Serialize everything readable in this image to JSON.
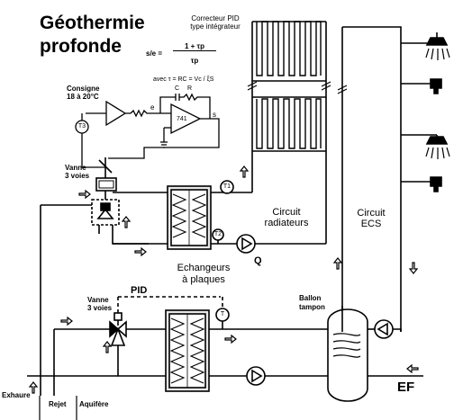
{
  "title_line1": "Géothermie",
  "title_line2": "profonde",
  "pid_title_line1": "Correcteur PID",
  "pid_title_line2": "type intégrateur",
  "formula_lhs": "s/e =",
  "formula_num": "1 + τp",
  "formula_den": "τp",
  "formula_tau": "avec τ = RC = Vc / ξS",
  "consigne_line1": "Consigne",
  "consigne_line2": "18 à 20°C",
  "opamp_label": "741",
  "sig_e": "e",
  "sig_s": "s",
  "sig_c": "C",
  "sig_r": "R",
  "sensor_t1": "T1",
  "sensor_t2": "T2",
  "sensor_t3": "T3",
  "sensor_t": "T",
  "vanne_top_line1": "Vanne",
  "vanne_top_line2": "3 voies",
  "vanne_bottom_line1": "Vanne",
  "vanne_bottom_line2": "3 voies",
  "circuit_rad_line1": "Circuit",
  "circuit_rad_line2": "radiateurs",
  "circuit_ecs_line1": "Circuit",
  "circuit_ecs_line2": "ECS",
  "pump_q": "Q",
  "echangeurs_line1": "Echangeurs",
  "echangeurs_line2": "à plaques",
  "pid_label": "PID",
  "ballon_line1": "Ballon",
  "ballon_line2": "tampon",
  "ef_label": "EF",
  "exhaure_label": "Exhaure",
  "rejet_label": "Rejet",
  "aquifere_label": "Aquifère"
}
